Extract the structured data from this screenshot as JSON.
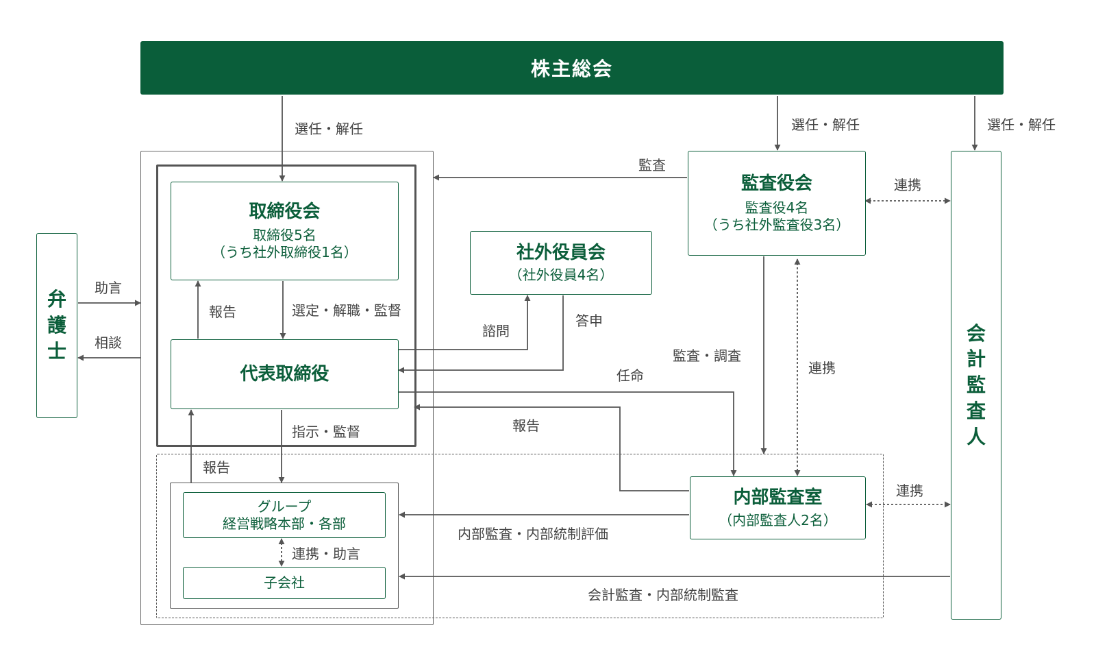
{
  "nodes": {
    "shareholders_meeting": "株主総会",
    "board": {
      "title": "取締役会",
      "line1": "取締役5名",
      "line2": "（うち社外取締役1名）"
    },
    "audit_board": {
      "title": "監査役会",
      "line1": "監査役4名",
      "line2": "（うち社外監査役3名）"
    },
    "outside_officers": {
      "title": "社外役員会",
      "line1": "（社外役員4名）"
    },
    "representative_director": "代表取締役",
    "internal_audit": {
      "title": "内部監査室",
      "line1": "（内部監査人2名）"
    },
    "group_hq": {
      "line1": "グループ",
      "line2": "経営戦略本部・各部"
    },
    "subsidiaries": "子会社",
    "lawyer": [
      "弁",
      "護",
      "士"
    ],
    "accounting_auditor": [
      "会",
      "計",
      "監",
      "査",
      "人"
    ]
  },
  "labels": {
    "elect_dismiss_board": "選任・解任",
    "elect_dismiss_audit": "選任・解任",
    "elect_dismiss_accountant": "選任・解任",
    "audit_to_board": "監査",
    "coordination_audit_accountant": "連携",
    "advice": "助言",
    "consultation": "相談",
    "report_to_board": "報告",
    "select_dismiss_supervise": "選定・解職・監督",
    "inquiry": "諮問",
    "answer": "答申",
    "audit_investigation": "監査・調査",
    "coordination_audit_internal": "連携",
    "appointment": "任命",
    "report_internal_to_rep": "報告",
    "instruct_supervise": "指示・監督",
    "report_group_to_rep": "報告",
    "coordination_internal_accountant": "連携",
    "internal_audit_control_eval": "内部監査・内部統制評価",
    "coordination_advice": "連携・助言",
    "accounting_internal_control_audit": "会計監査・内部統制監査"
  },
  "colors": {
    "brand_green": "#0a5e3a",
    "line_gray": "#555555"
  }
}
